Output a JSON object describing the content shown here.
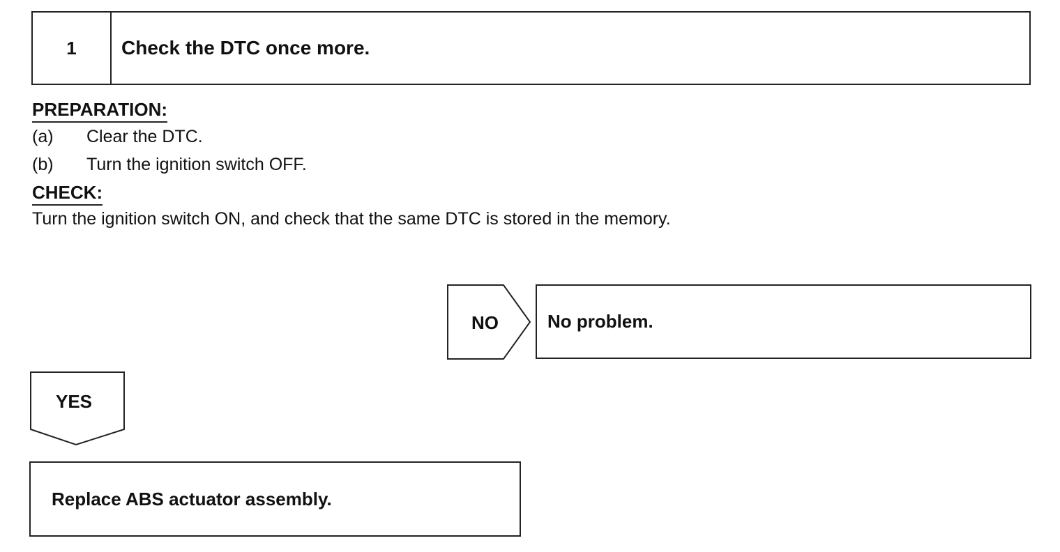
{
  "step": {
    "number": "1",
    "title": "Check the DTC once more."
  },
  "preparation": {
    "heading": "PREPARATION:",
    "items": [
      {
        "label": "(a)",
        "text": "Clear the DTC."
      },
      {
        "label": "(b)",
        "text": "Turn the ignition switch OFF."
      }
    ]
  },
  "check": {
    "heading": "CHECK:",
    "text": "Turn the ignition switch ON, and check that the same DTC is stored in the memory."
  },
  "branch_no": {
    "label": "NO",
    "result": "No problem."
  },
  "branch_yes": {
    "label": "YES",
    "result": "Replace ABS actuator assembly."
  }
}
